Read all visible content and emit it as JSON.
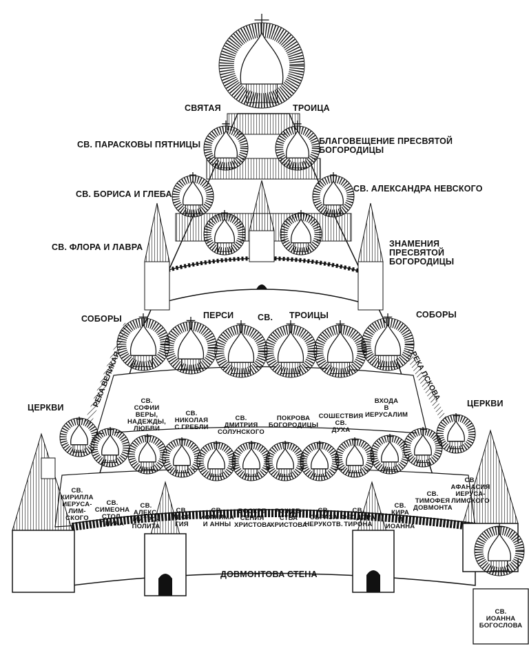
{
  "labels": {
    "trinity_left": "СВЯТАЯ",
    "trinity_right": "ТРОИЦА",
    "paraskeva": "СВ. ПАРАСКОВЫ ПЯТНИЦЫ",
    "annunciation": "БЛАГОВЕЩЕНИЕ ПРЕСВЯТОЙ\nБОГОРОДИЦЫ",
    "boris_gleb": "СВ. БОРИСА И ГЛЕБА",
    "alexander_nevsky": "СВ. АЛЕКСАНДРА НЕВСКОГО",
    "flor_lavr": "СВ. ФЛОРА И ЛАВРА",
    "znamenie": "ЗНАМЕНИЯ\nПРЕСВЯТОЙ\nБОГОРОДИЦЫ",
    "persi": "ПЕРСИ",
    "sv": "СВ.",
    "troitsy": "ТРОИЦЫ",
    "sobory_left": "СОБОРЫ",
    "sobory_right": "СОБОРЫ",
    "tserkvi_left": "ЦЕРКВИ",
    "tserkvi_right": "ЦЕРКВИ",
    "river_velikaya": "РЕКА ВЕЛИКАЯ",
    "river_pskova": "РЕКА ПСКОВА",
    "dovmont": "ДОВМОНТОВА СТЕНА"
  },
  "middle": [
    "СВ.\nСОФИИ\nВЕРЫ,\nНАДЕЖДЫ,\nЛЮБВИ",
    "СВ.\nНИКОЛАЯ\nС ГРЕБЛИ",
    "СВ.\nДМИТРИЯ\nСОЛУНСКОГО",
    "ПОКРОВА\nБОГОРОДИЦЫ",
    "СОШЕСТВИЯ\nСВ.\nДУХА",
    "ВХОДА\nВ\nИЕРУСАЛИМ"
  ],
  "lower": [
    "СВ.\nКИРИЛЛА\nИЕРУСА-\nЛИМ-\nСКОГО",
    "СВ.\nСИМЕОНА\nСТОЛ-\nПНИКА",
    "СВ.\nАЛЕКС.\nМИТРО-\nПОЛИТА",
    "СВ.\nГЕОР\nГИЯ",
    "СВ.\nИОАКИМА\nИ АННЫ",
    "ВОСКРЕ\nСЕНИЯ\nХРИСТОВА",
    "РОЖДЕ-\nСТВА\nХРИСТОВА",
    "СВ.\nОБРАЗА\nНЕРУКОТВ.",
    "СВ.\nФЕОДОРА\nТИРОНА",
    "СВ.\nКИРА\nИ ИОАННА",
    "СВ.\nТИМОФЕЯ\nДОВМОНТА",
    "СВ.\nАФАНАСИЯ\nИЕРУСА-\nЛИМСКОГО",
    "СВ.\nИОАННА\nБОГОСЛОВА"
  ]
}
